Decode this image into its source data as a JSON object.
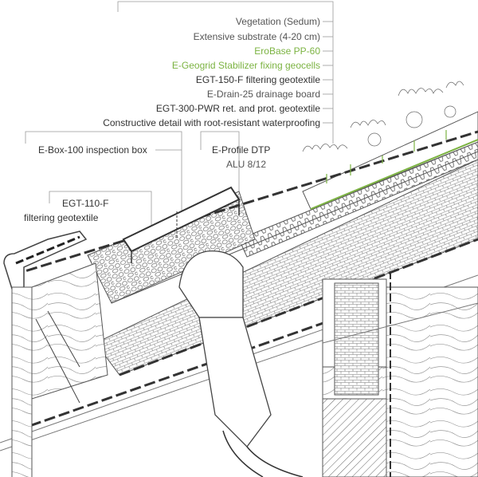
{
  "labels": {
    "vegetation": "Vegetation (Sedum)",
    "substrate": "Extensive substrate (4-20 cm)",
    "erobase": "EroBase PP-60",
    "geogrid": "E-Geogrid Stabilizer fixing geocells",
    "egt150": "EGT-150-F filtering geotextile",
    "edrain": "E-Drain-25 drainage board",
    "egt300": "EGT-300-PWR ret. and prot. geotextile",
    "constructive": "Constructive detail with root-resistant waterproofing",
    "ebox": "E-Box-100 inspection box",
    "eprofile_1": "E-Profile DTP",
    "eprofile_2": "ALU 8/12",
    "egt110_1": "EGT-110-F",
    "egt110_2": "filtering geotextile"
  },
  "colors": {
    "line": "#555555",
    "leader": "#999999",
    "accent": "#7cb342",
    "dark": "#333333"
  }
}
